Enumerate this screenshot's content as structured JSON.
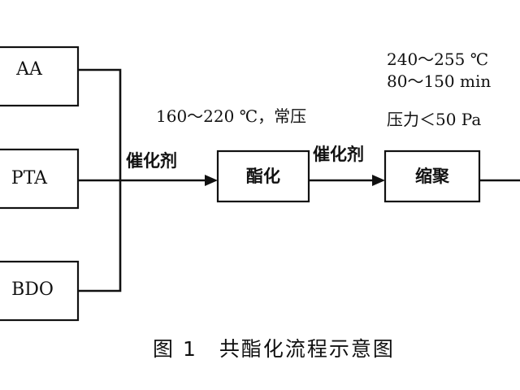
{
  "inputs": {
    "aa": "AA",
    "pta": "PTA",
    "bdo": "BDO"
  },
  "process": {
    "esterification": "酯化",
    "polycondensation": "缩聚"
  },
  "catalyst_1": "催化剂",
  "catalyst_2": "催化剂",
  "conditions_esterification": "160～220 ℃，常压",
  "conditions_polycondensation": {
    "temperature": "240～255 ℃",
    "time": "80～150 min",
    "pressure": "压力＜50 Pa"
  },
  "caption": "图 1　共酯化流程示意图"
}
